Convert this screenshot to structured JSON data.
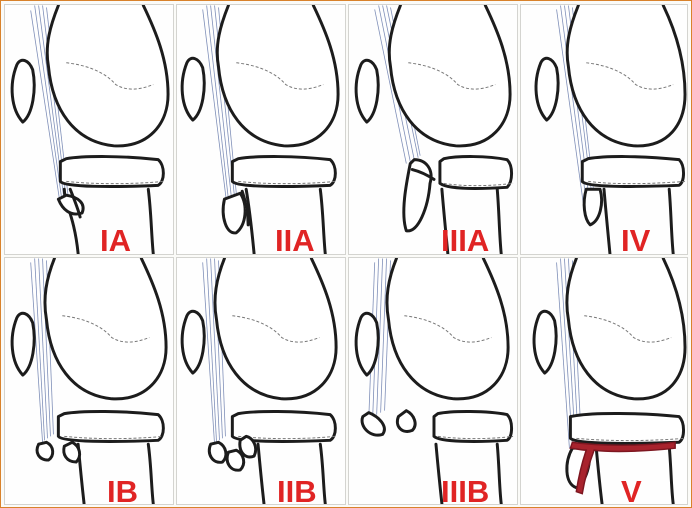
{
  "panels": [
    {
      "id": "IA",
      "label": "IA"
    },
    {
      "id": "IIA",
      "label": "IIA"
    },
    {
      "id": "IIIA",
      "label": "IIIA"
    },
    {
      "id": "IV",
      "label": "IV"
    },
    {
      "id": "IB",
      "label": "IB"
    },
    {
      "id": "IIB",
      "label": "IIB"
    },
    {
      "id": "IIIB",
      "label": "IIIB"
    },
    {
      "id": "V",
      "label": "V"
    }
  ],
  "colors": {
    "label": "#e02424",
    "outline": "#1c1c1c",
    "tendon": "#7f8fb8",
    "fracture": "#a8232d",
    "border": "#d9822b"
  },
  "icons": {
    "tendon": "patellar-tendon-lines",
    "fracture": "fracture-line"
  }
}
